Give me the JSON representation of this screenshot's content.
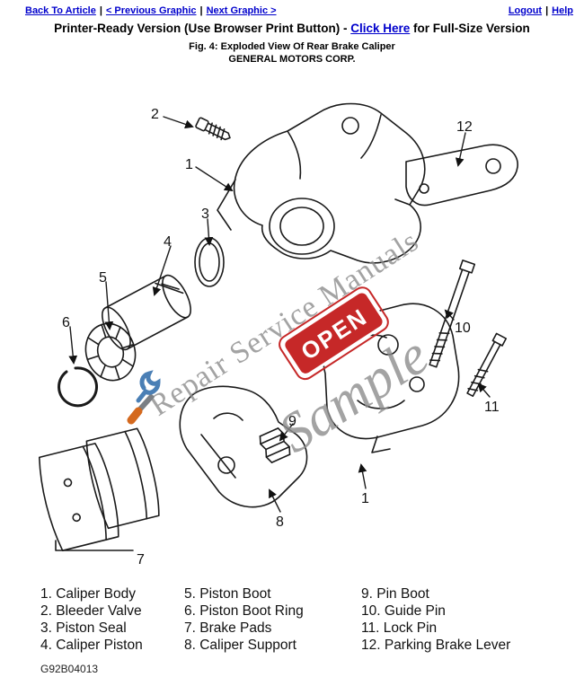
{
  "nav": {
    "back_to_article": "Back To Article",
    "previous_graphic": "< Previous Graphic",
    "next_graphic": "Next Graphic >",
    "logout": "Logout",
    "help": "Help",
    "separator": "|"
  },
  "header": {
    "printer_ready_prefix": "Printer-Ready Version (Use Browser Print Button) - ",
    "click_here": "Click Here",
    "printer_ready_suffix": " for Full-Size Version",
    "figure_caption": "Fig. 4: Exploded View Of Rear Brake Caliper",
    "company": "GENERAL MOTORS CORP."
  },
  "diagram": {
    "watermark_line1": "Repair Service Manuals",
    "watermark_line2": "Sample",
    "open_sign": "OPEN",
    "callouts": [
      "2",
      "1",
      "12",
      "3",
      "4",
      "5",
      "6",
      "10",
      "11",
      "9",
      "1",
      "8",
      "7"
    ]
  },
  "legend": {
    "columns": [
      {
        "items": [
          "1. Caliper Body",
          "2. Bleeder Valve",
          "3. Piston Seal",
          "4. Caliper Piston"
        ]
      },
      {
        "items": [
          "5. Piston Boot",
          "6. Piston Boot Ring",
          "7. Brake Pads",
          "8. Caliper Support"
        ]
      },
      {
        "items": [
          "9. Pin Boot",
          "10. Guide Pin",
          "11. Lock Pin",
          "12. Parking Brake Lever"
        ]
      }
    ]
  },
  "footer": {
    "doc_id": "G92B04013"
  },
  "colors": {
    "link": "#0000cc",
    "open_sign": "#c62828",
    "watermark": "#8d8d8d"
  }
}
